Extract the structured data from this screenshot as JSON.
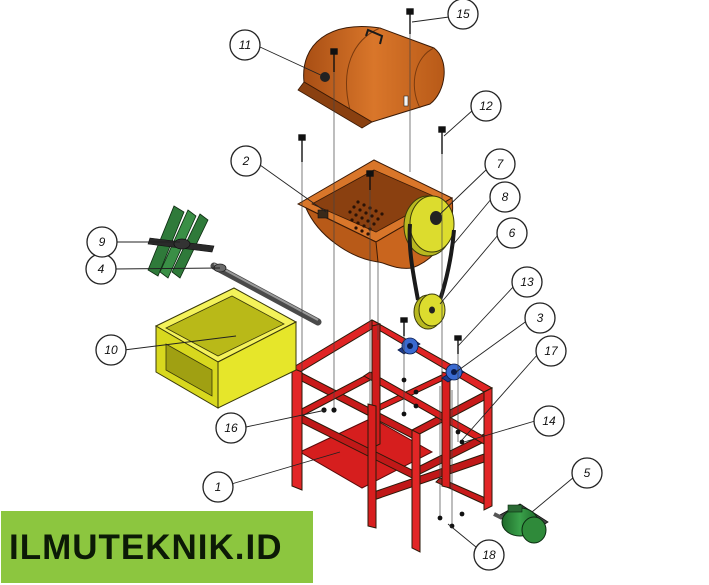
{
  "callouts": [
    {
      "id": "1",
      "label": "1"
    },
    {
      "id": "2",
      "label": "2"
    },
    {
      "id": "3",
      "label": "3"
    },
    {
      "id": "4",
      "label": "4"
    },
    {
      "id": "5",
      "label": "5"
    },
    {
      "id": "6",
      "label": "6"
    },
    {
      "id": "7",
      "label": "7"
    },
    {
      "id": "8",
      "label": "8"
    },
    {
      "id": "9",
      "label": "9"
    },
    {
      "id": "10",
      "label": "10"
    },
    {
      "id": "11",
      "label": "11"
    },
    {
      "id": "12",
      "label": "12"
    },
    {
      "id": "13",
      "label": "13"
    },
    {
      "id": "14",
      "label": "14"
    },
    {
      "id": "15",
      "label": "15"
    },
    {
      "id": "16",
      "label": "16"
    },
    {
      "id": "17",
      "label": "17"
    },
    {
      "id": "18",
      "label": "18"
    }
  ],
  "brand": {
    "text": "ILMUTEKNIK.ID"
  },
  "colors": {
    "frame": "#d81e1e",
    "drum": "#c9651e",
    "hopper": "#e6e619",
    "shaft": "#5a5a5a",
    "blades": "#2f7a3a",
    "pulley": "#d6d62a",
    "motor": "#2f8a3a",
    "bearing": "#2e55b5",
    "brand_bg": "#8cc63f"
  }
}
